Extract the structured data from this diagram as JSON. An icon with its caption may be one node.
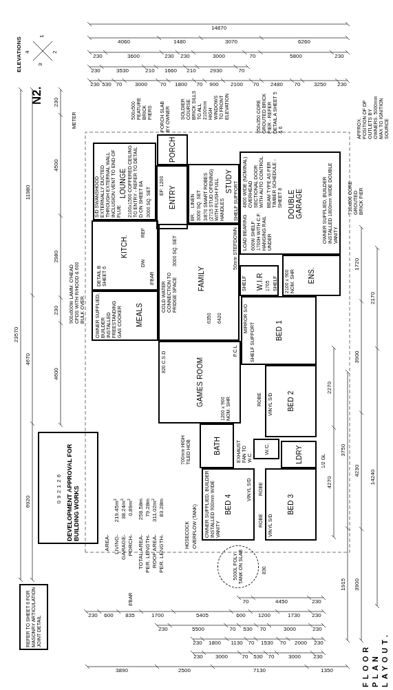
{
  "diagram": {
    "title": "FLOOR PLAN LAYOUT.",
    "nodes": [
      {
        "text": [
          "LOUNGE"
        ]
      },
      {
        "text": [
          "ENTRY"
        ]
      },
      {
        "text": [
          "PORCH"
        ]
      },
      {
        "text": [
          "STUDY"
        ]
      },
      {
        "text": [
          "KITCH."
        ]
      },
      {
        "text": [
          "MEALS"
        ]
      },
      {
        "text": [
          "FAMILY"
        ]
      },
      {
        "text": [
          "DOUBLE GARAGE"
        ]
      },
      {
        "text": [
          "W.I.R"
        ]
      },
      {
        "text": [
          "ENS."
        ]
      },
      {
        "text": [
          "BED 1"
        ]
      },
      {
        "text": [
          "GAMES ROOM"
        ]
      },
      {
        "text": [
          "BED 2"
        ]
      },
      {
        "text": [
          "BATH"
        ]
      },
      {
        "text": [
          "W.C."
        ]
      },
      {
        "text": [
          "LDRY"
        ]
      },
      {
        "text": [
          "BED 4"
        ]
      },
      {
        "text": [
          "BED 3"
        ]
      },
      {
        "text": [
          "5000L POLY TANK ON SLAB"
        ]
      },
      {
        "text": [
          "REFER TO SHEET 6 FOR MASONRY ARTICULATION JOINT DETAIL"
        ]
      },
      {
        "text": [
          "092126",
          "DEVELOPMENT APPROVAL FOR BUILDING WORKS"
        ]
      }
    ],
    "labels": [
      "N2.",
      "ELEVATIONS",
      "1",
      "2",
      "3",
      "4",
      "14870",
      "4060",
      "1480",
      "3070",
      "6260",
      "230",
      "3600",
      "230",
      "230",
      "3000",
      "70",
      "5800",
      "230",
      "230",
      "3530",
      "210",
      "1660",
      "210",
      "2930",
      "70",
      "230",
      "530",
      "70",
      "3000",
      "70",
      "1800",
      "70",
      "900",
      "2100",
      "70",
      "2480",
      "70",
      "3250",
      "230",
      "70",
      "4450",
      "230",
      "230",
      "600",
      "835",
      "1700",
      "5405",
      "600",
      "1200",
      "1730",
      "230",
      "230",
      "5500",
      "70",
      "530",
      "70",
      "3000",
      "230",
      "230",
      "1800",
      "1130",
      "70",
      "1530",
      "70",
      "2000",
      "230",
      "230",
      "3000",
      "70",
      "530",
      "70",
      "3000",
      "230",
      "3890",
      "2500",
      "7130",
      "1350",
      "23570",
      "11980",
      "4670",
      "6920",
      "230",
      "4500",
      "2980",
      "230",
      "4600",
      "2270",
      "4270",
      "3750",
      "1915",
      "1720",
      "3900",
      "4230",
      "3900",
      "2170",
      "14240",
      "AREA-",
      "LIVING-",
      "219.45m$^{2}$",
      "GARAGE-",
      "38.24m$^{2}$",
      "PORCH-",
      "0.89m$^{2}$",
      "TOTAL AREA-",
      "258.58m",
      "PER. LENGTH-",
      "79.28m",
      "ROOF AREA-",
      "311.02m$^{2}$",
      "PER. LENGTH-",
      "83.28m",
      "S/D SWANSHOOD EXTERNALLY DUCTED THROUGH EXTERNAL WALL INCLUSION VENT TO END OF FLUE",
      "2100x1500 COFFERED CEILING TO ENTRY - REFER TO DETAIL D ON SHEET 8A",
      "3000 SQ. SET",
      "3000 SQ. SET",
      "3/870 SMART ROBES (2715 STUD OPENING) WITH FLUSH PULL HANDLES",
      "SHELF SUPPORT",
      "BR.",
      "LINEN",
      "3000 SQ. SET",
      "EF: 1200",
      "PORCH SLAB BY OWNER",
      "METER",
      "COLD WATER CONNECTION TO FRIDGE SPACE",
      "OWNER SUPPLIED, BUILDER INSTALLED FREESTANDING GAS COOKER",
      "900x600W LAMM. O'HEAD CPDS WITH R/HOOD & 600 BULK OVER.",
      "DETAIL B SHEET 6",
      "REF",
      "DW",
      "8'BAR",
      "6350",
      "6420",
      "50mm STEPDOWN",
      "LOAD BEARING",
      "4800 WIDE (NOMINAL) OVERHEAD SECTIONAL DOOR WITH AUTO CONTROL",
      "600W SHELF 1700H WITH C.P. HANGING RAIL UNDER",
      "BEAM TYPE AS PER TIMBER SCHEDULE - SHEET 8",
      "2100 x 900 NOM. SHR",
      "OWNER SUPPLIED, BUILDER INSTALLED 1800mm WIDE DOUBLE VANITY",
      "MIRROR S/O",
      "SHELF SUPPORT",
      "SHELF",
      "1705",
      "SHELF",
      "820 C.S.D",
      "P.C.L",
      "1200 x 900 NOM. SHR",
      "EXHAUST FAN TO W.C.",
      "700mm HIGH TILED HOB",
      "OWNER SUPPLIED, BUILDER INSTALLED 900mm WIDE VANITY",
      "VINYL S/D",
      "ROBE",
      "VINYL S/D",
      "ROBE",
      "ROBE",
      "VINYL S/D",
      "1/2 GL",
      "HOSECOCK",
      "OVERFLOW (TANK)",
      "830",
      "350x350 CORE GROUTED BRICK PIER - REFER DETAIL A SHEET 5 & 6",
      "500x500 FEATURE BRICK PIERS",
      "SOLDIER COURSE BRICK SILLS TO ALL 2100mm HIGH WINDOWS TO FRONT ELEVATION",
      "710x800 CORE GROUTED BRICK PIER",
      "APPROX. POSITION OF DP OUTLETS BY OWNERS. 5000mm MAX TO IGNITION SOURCE",
      "8'BAR"
    ]
  }
}
